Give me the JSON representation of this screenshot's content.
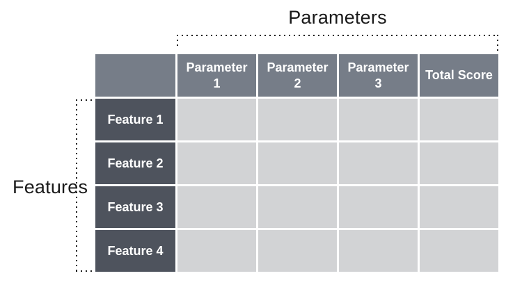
{
  "labels": {
    "top": "Parameters",
    "left": "Features"
  },
  "table": {
    "corner_label": "",
    "columns": [
      "Parameter 1",
      "Parameter 2",
      "Parameter 3",
      "Total Score"
    ],
    "rows": [
      "Feature 1",
      "Feature 2",
      "Feature 3",
      "Feature 4"
    ],
    "cell_values": [
      [
        "",
        "",
        "",
        ""
      ],
      [
        "",
        "",
        "",
        ""
      ],
      [
        "",
        "",
        "",
        ""
      ],
      [
        "",
        "",
        "",
        ""
      ]
    ]
  },
  "colors": {
    "header_bg": "#767D88",
    "row_header_bg": "#4E535D",
    "cell_bg": "#D2D3D5",
    "table_text": "#FFFFFF",
    "label_text": "#1A1A1A",
    "bracket_dots": "#1A1A1A",
    "background": "#FFFFFF"
  }
}
